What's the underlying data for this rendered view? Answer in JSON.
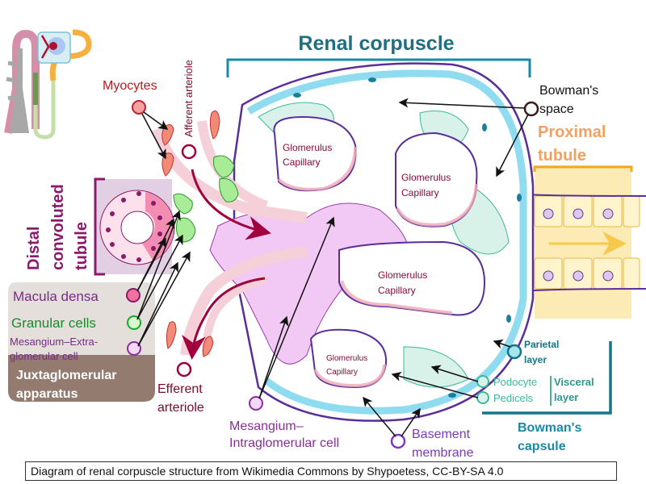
{
  "title": "Renal corpuscle",
  "labels": {
    "myocytes": "Myocytes",
    "afferent_arteriole": "Afferent arteriole",
    "efferent_arteriole_1": "Efferent",
    "efferent_arteriole_2": "arteriole",
    "bowmans_space_1": "Bowman's",
    "bowmans_space_2": "space",
    "proximal_tubule_1": "Proximal",
    "proximal_tubule_2": "tubule",
    "distal_1": "Distal",
    "distal_2": "convoluted",
    "distal_3": "tubule",
    "macula_densa": "Macula densa",
    "granular_cells": "Granular cells",
    "mesangium_extra_1": "Mesangium–Extra-",
    "mesangium_extra_2": "glomerular cell",
    "juxtaglomerular_1": "Juxtaglomerular",
    "juxtaglomerular_2": "apparatus",
    "glomerulus_capillary_1": "Glomerulus",
    "glomerulus_capillary_2": "Capillary",
    "mesangium_intra_1": "Mesangium–",
    "mesangium_intra_2": "Intraglomerular cell",
    "basement_membrane_1": "Basement",
    "basement_membrane_2": "membrane",
    "parietal_layer_1": "Parietal",
    "parietal_layer_2": "layer",
    "podocyte": "Podocyte",
    "pedicels": "Pedicels",
    "visceral_layer_1": "Visceral",
    "visceral_layer_2": "layer",
    "bowmans_capsule_1": "Bowman's",
    "bowmans_capsule_2": "capsule"
  },
  "caption": "Diagram of renal corpuscle structure from Wikimedia Commons by Shypoetess, CC-BY-SA 4.0",
  "colors": {
    "title": "#1f6f80",
    "bracket": "#1a88a8",
    "proximal": "#f4a460",
    "distal": "#8b1a6b",
    "juxta_box": "#e5dfdc",
    "juxta_band": "#937b6f",
    "parietal": "#12758a",
    "visceral": "#3cb89a",
    "arteriole_red": "#a0003c",
    "mesangium": "#8a2e9a"
  }
}
